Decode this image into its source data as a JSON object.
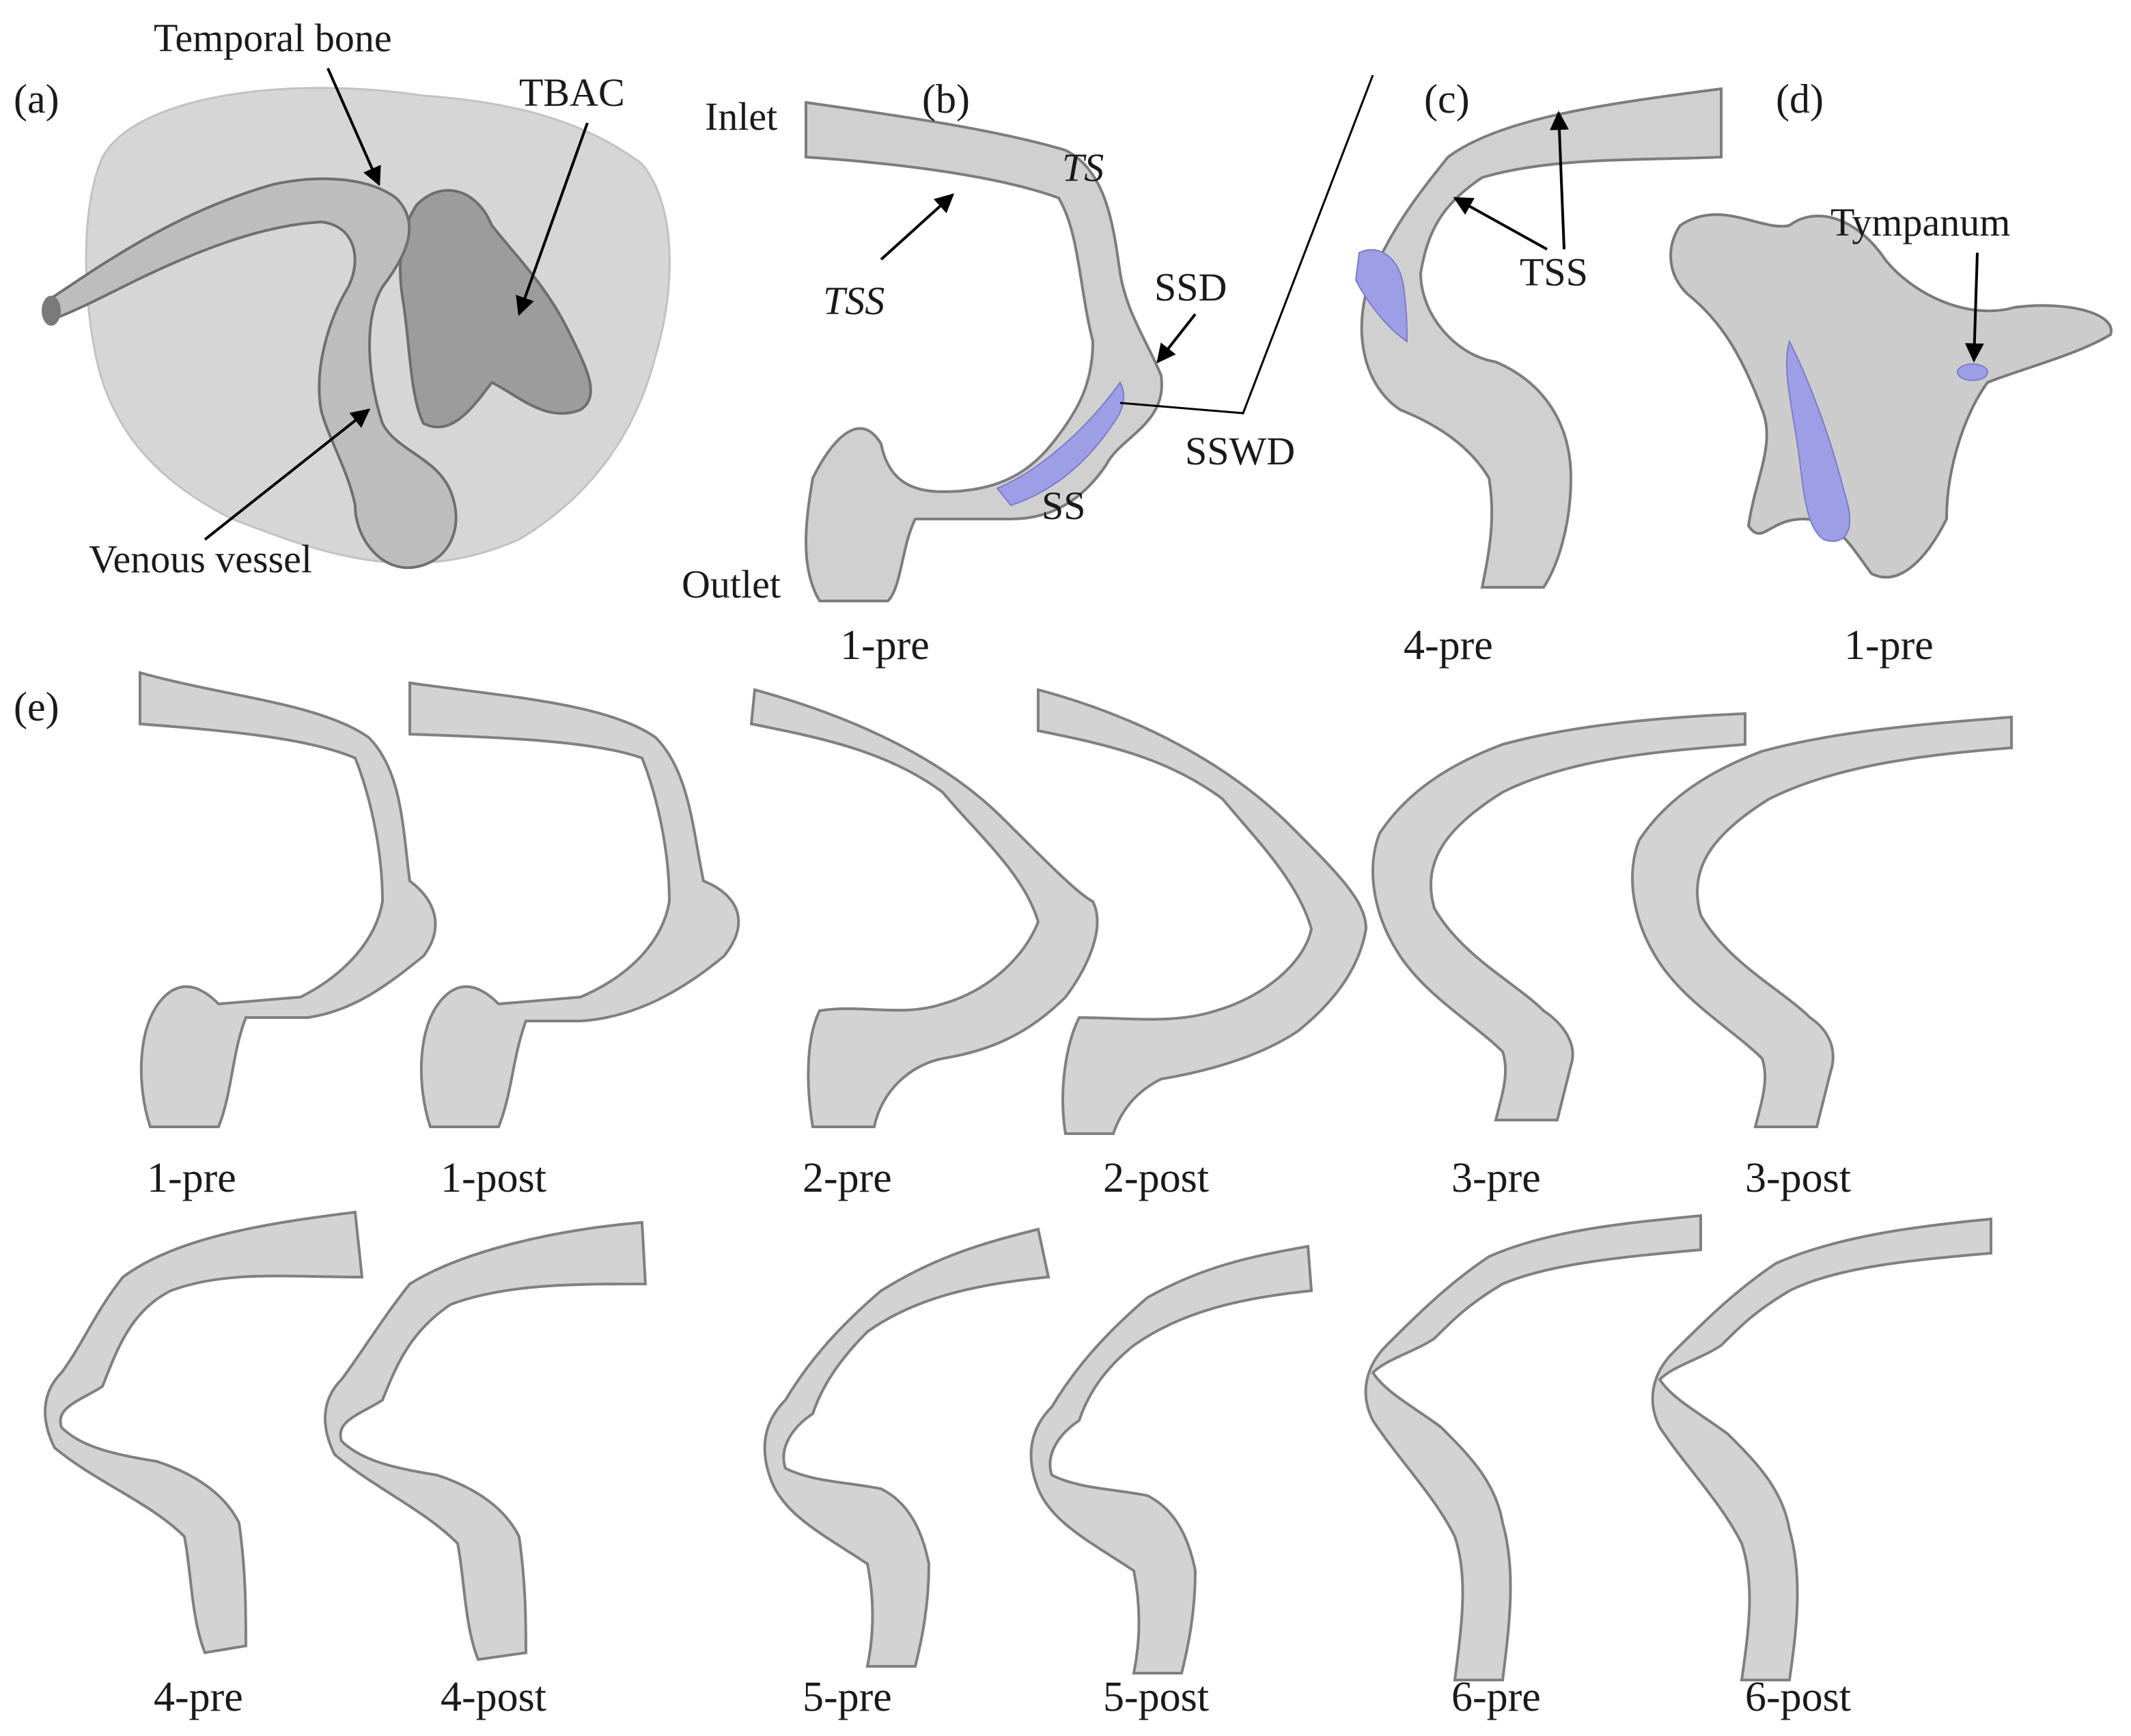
{
  "panels": {
    "a": {
      "letter": "(a)",
      "labels": {
        "temporal_bone": "Temporal bone",
        "tbac": "TBAC",
        "venous_vessel": "Venous vessel"
      }
    },
    "b": {
      "letter": "(b)",
      "labels": {
        "inlet": "Inlet",
        "ts": "TS",
        "tss": "TSS",
        "ssd": "SSD",
        "sswd": "SSWD",
        "ss": "SS",
        "outlet": "Outlet"
      },
      "caption": "1-pre"
    },
    "c": {
      "letter": "(c)",
      "labels": {
        "tss": "TSS"
      },
      "caption": "4-pre"
    },
    "d": {
      "letter": "(d)",
      "labels": {
        "tympanum": "Tympanum"
      },
      "caption": "1-pre"
    },
    "e": {
      "letter": "(e)",
      "captions_row1": [
        "1-pre",
        "1-post",
        "2-pre",
        "2-post",
        "3-pre",
        "3-post"
      ],
      "captions_row2": [
        "4-pre",
        "4-post",
        "5-pre",
        "5-post",
        "6-pre",
        "6-post"
      ]
    }
  },
  "colors": {
    "vessel_fill": "#cfcfcf",
    "vessel_stroke": "#8a8a8a",
    "highlight": "#9e9ee6",
    "bone": "#bdbdbd",
    "text": "#1a1a1a"
  }
}
